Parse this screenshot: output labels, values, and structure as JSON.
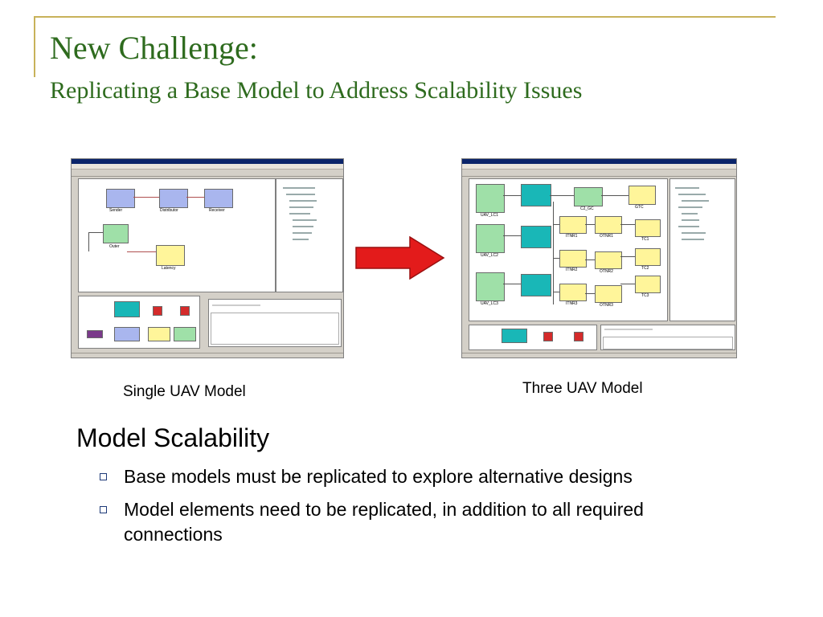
{
  "slide": {
    "title": "New Challenge:",
    "subtitle": "Replicating a Base Model to Address Scalability Issues",
    "accent_color": "#2e6b1e",
    "frame_color": "#c8b25a"
  },
  "figures": {
    "left_caption": "Single UAV Model",
    "right_caption": "Three UAV Model",
    "arrow_color": "#e31b1b",
    "left_labels": [
      "Sender",
      "Distributor",
      "Receiver",
      "Outer",
      "Latency"
    ],
    "right_labels": [
      "UAV_LC1",
      "UAV_LC2",
      "UAV_LC3",
      "C2_GC",
      "GTC",
      "ITNR1",
      "OTNR1",
      "TC1",
      "ITNR2",
      "OTNR2",
      "TC2",
      "ITNR3",
      "OTNR3",
      "TC3"
    ]
  },
  "content": {
    "heading": "Model Scalability",
    "bullets": [
      "Base models must be replicated to explore alternative designs",
      "Model elements need to be replicated, in addition to all required connections"
    ],
    "bullet_marker_color": "#1e3a78"
  }
}
